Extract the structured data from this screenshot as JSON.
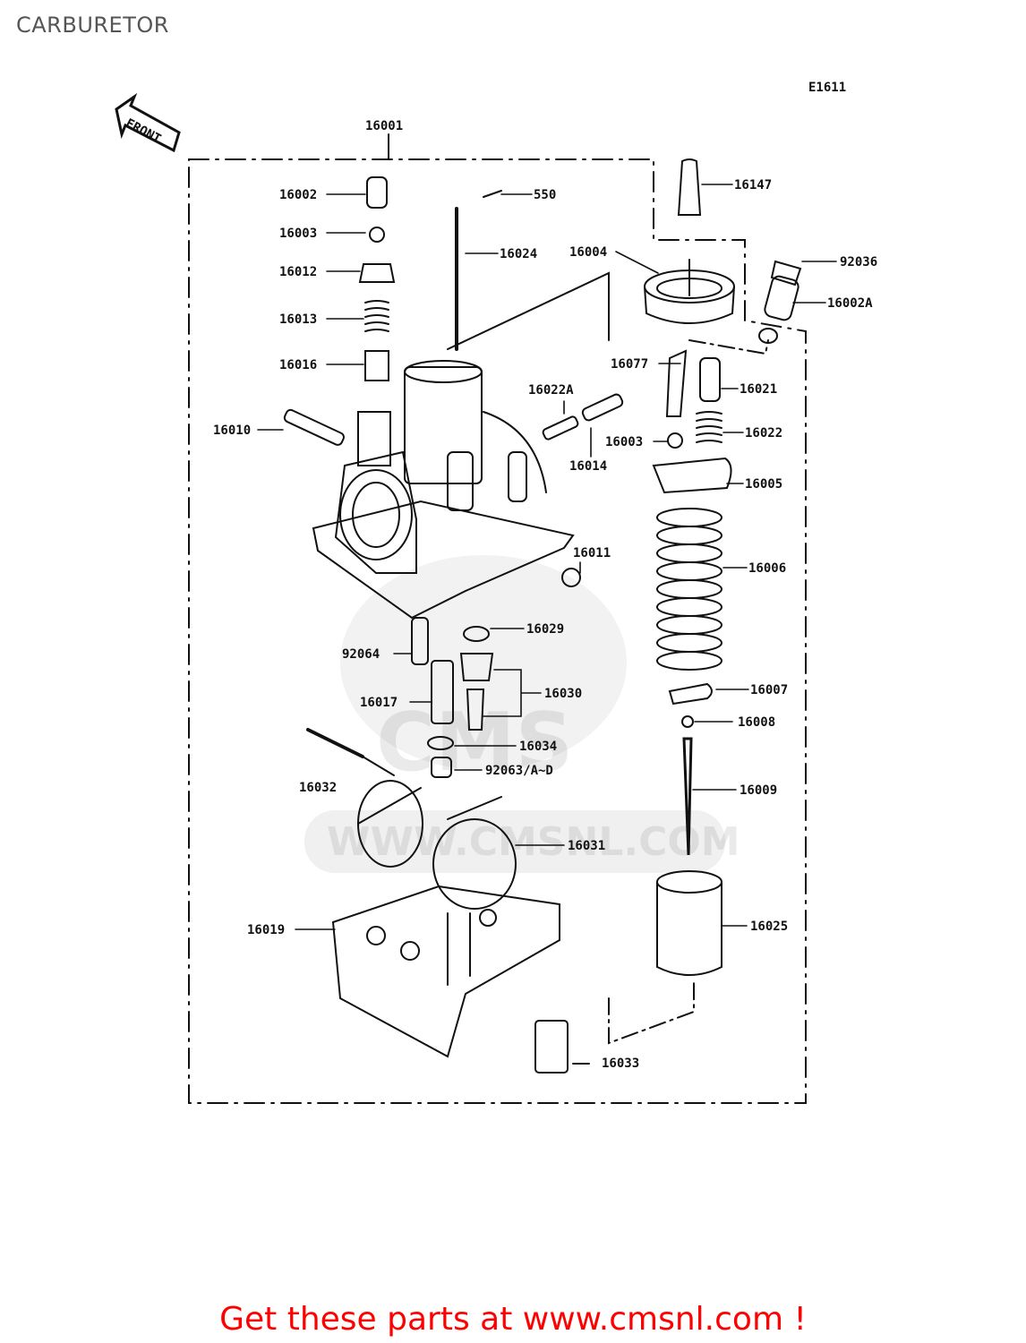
{
  "page": {
    "title": "CARBURETOR",
    "figure_code": "E1611",
    "front_label": "FRONT",
    "watermark_brand": "CMS",
    "watermark_url": "WWW.CMSNL.COM",
    "footer_link": "Get these parts at www.cmsnl.com !",
    "colors": {
      "footer": "#ff0000",
      "line": "#111111",
      "title": "#555555"
    }
  },
  "parts": {
    "p16001": "16001",
    "p16002": "16002",
    "p16003a": "16003",
    "p16012": "16012",
    "p16013": "16013",
    "p16016": "16016",
    "p16010": "16010",
    "p550": "550",
    "p16024": "16024",
    "p16004": "16004",
    "p16147": "16147",
    "p92036": "92036",
    "p16002A": "16002A",
    "p16077": "16077",
    "p16021": "16021",
    "p16022A": "16022A",
    "p16022": "16022",
    "p16003b": "16003",
    "p16014": "16014",
    "p16005": "16005",
    "p16011": "16011",
    "p16006": "16006",
    "p16029": "16029",
    "p92064": "92064",
    "p16017": "16017",
    "p16030": "16030",
    "p16007": "16007",
    "p16008": "16008",
    "p16034": "16034",
    "p92063": "92063/A~D",
    "p16032": "16032",
    "p16009": "16009",
    "p16031": "16031",
    "p16019": "16019",
    "p16025": "16025",
    "p16033": "16033"
  }
}
